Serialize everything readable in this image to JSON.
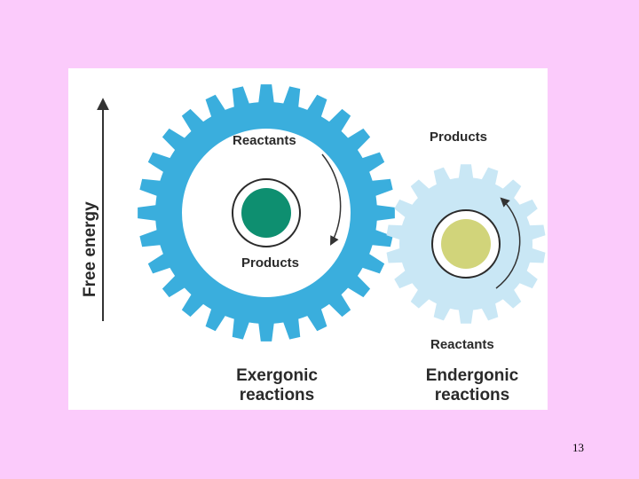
{
  "slide": {
    "page_number": "13"
  },
  "diagram": {
    "axis_label": "Free energy",
    "exergonic": {
      "top_label": "Reactants",
      "bottom_label": "Products",
      "caption_line1": "Exergonic",
      "caption_line2": "reactions"
    },
    "endergonic": {
      "top_label": "Products",
      "bottom_label": "Reactants",
      "caption_line1": "Endergonic",
      "caption_line2": "reactions"
    },
    "colors": {
      "slide_background": "#fbcbfb",
      "large_gear": "#3aaedd",
      "small_gear": "#c9e7f5",
      "large_core": "#0e8f70",
      "small_core": "#d1d47a"
    }
  }
}
